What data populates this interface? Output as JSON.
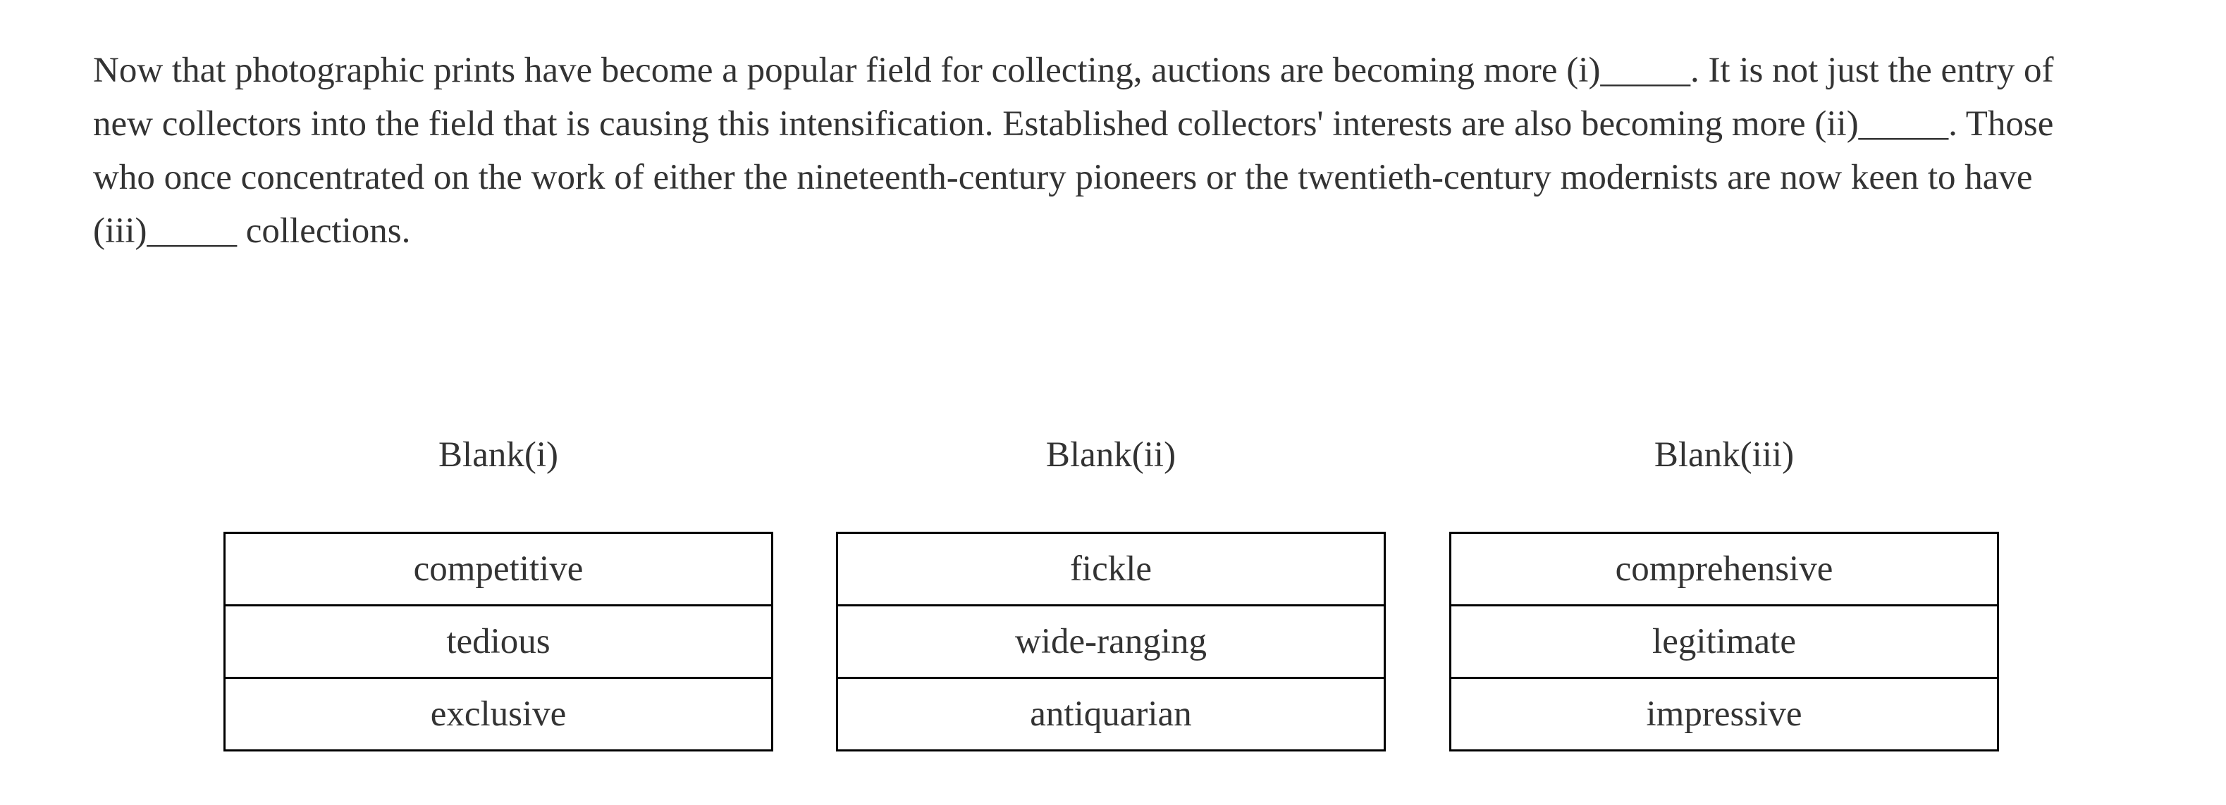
{
  "passage": {
    "text": "Now that photographic prints have become a popular field for collecting, auctions are becoming more (i)_____. It is not just the entry of new collectors into the field that is causing this intensification. Established collectors' interests are also becoming more (ii)_____. Those who once concentrated on the work of either the nineteenth-century pioneers or the twentieth-century modernists are now keen to have (iii)_____ collections."
  },
  "blanks": [
    {
      "header": "Blank(i)",
      "options": [
        "competitive",
        "tedious",
        "exclusive"
      ]
    },
    {
      "header": "Blank(ii)",
      "options": [
        "fickle",
        "wide-ranging",
        "antiquarian"
      ]
    },
    {
      "header": "Blank(iii)",
      "options": [
        "comprehensive",
        "legitimate",
        "impressive"
      ]
    }
  ],
  "colors": {
    "text": "#333333",
    "border": "#000000",
    "background": "#ffffff"
  }
}
